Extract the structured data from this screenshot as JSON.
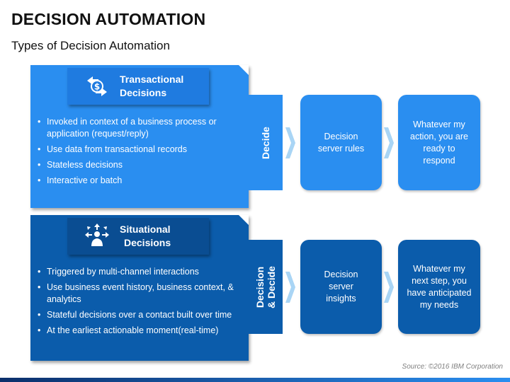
{
  "title": "DECISION AUTOMATION",
  "subtitle": "Types of Decision Automation",
  "transactional": {
    "heading_line1": "Transactional",
    "heading_line2": "Decisions",
    "icon": "dollar-exchange-icon",
    "bullets": [
      "Invoked in context of a business process or application (request/reply)",
      "Use data from transactional records",
      "Stateless decisions",
      "Interactive or batch"
    ],
    "bar_label": "Decide",
    "step1": "Decision server rules",
    "step2": "Whatever my action, you are ready to respond"
  },
  "situational": {
    "heading_line1": "Situational",
    "heading_line2": "Decisions",
    "icon": "person-directions-icon",
    "bullets": [
      "Triggered by multi-channel interactions",
      "Use business event history, business context, & analytics",
      "Stateful decisions over a contact built over time",
      "At the earliest actionable moment(real-time)"
    ],
    "bar_label_line1": "Decision",
    "bar_label_line2": "& Decide",
    "step1": "Decision server insights",
    "step2": "Whatever my next step, you have anticipated my needs"
  },
  "source": "Source: ©2016 IBM Corporation",
  "colors": {
    "light_blue": "#2a8ef0",
    "dark_blue": "#0b5cab",
    "chevron": "#a9d5f5"
  }
}
